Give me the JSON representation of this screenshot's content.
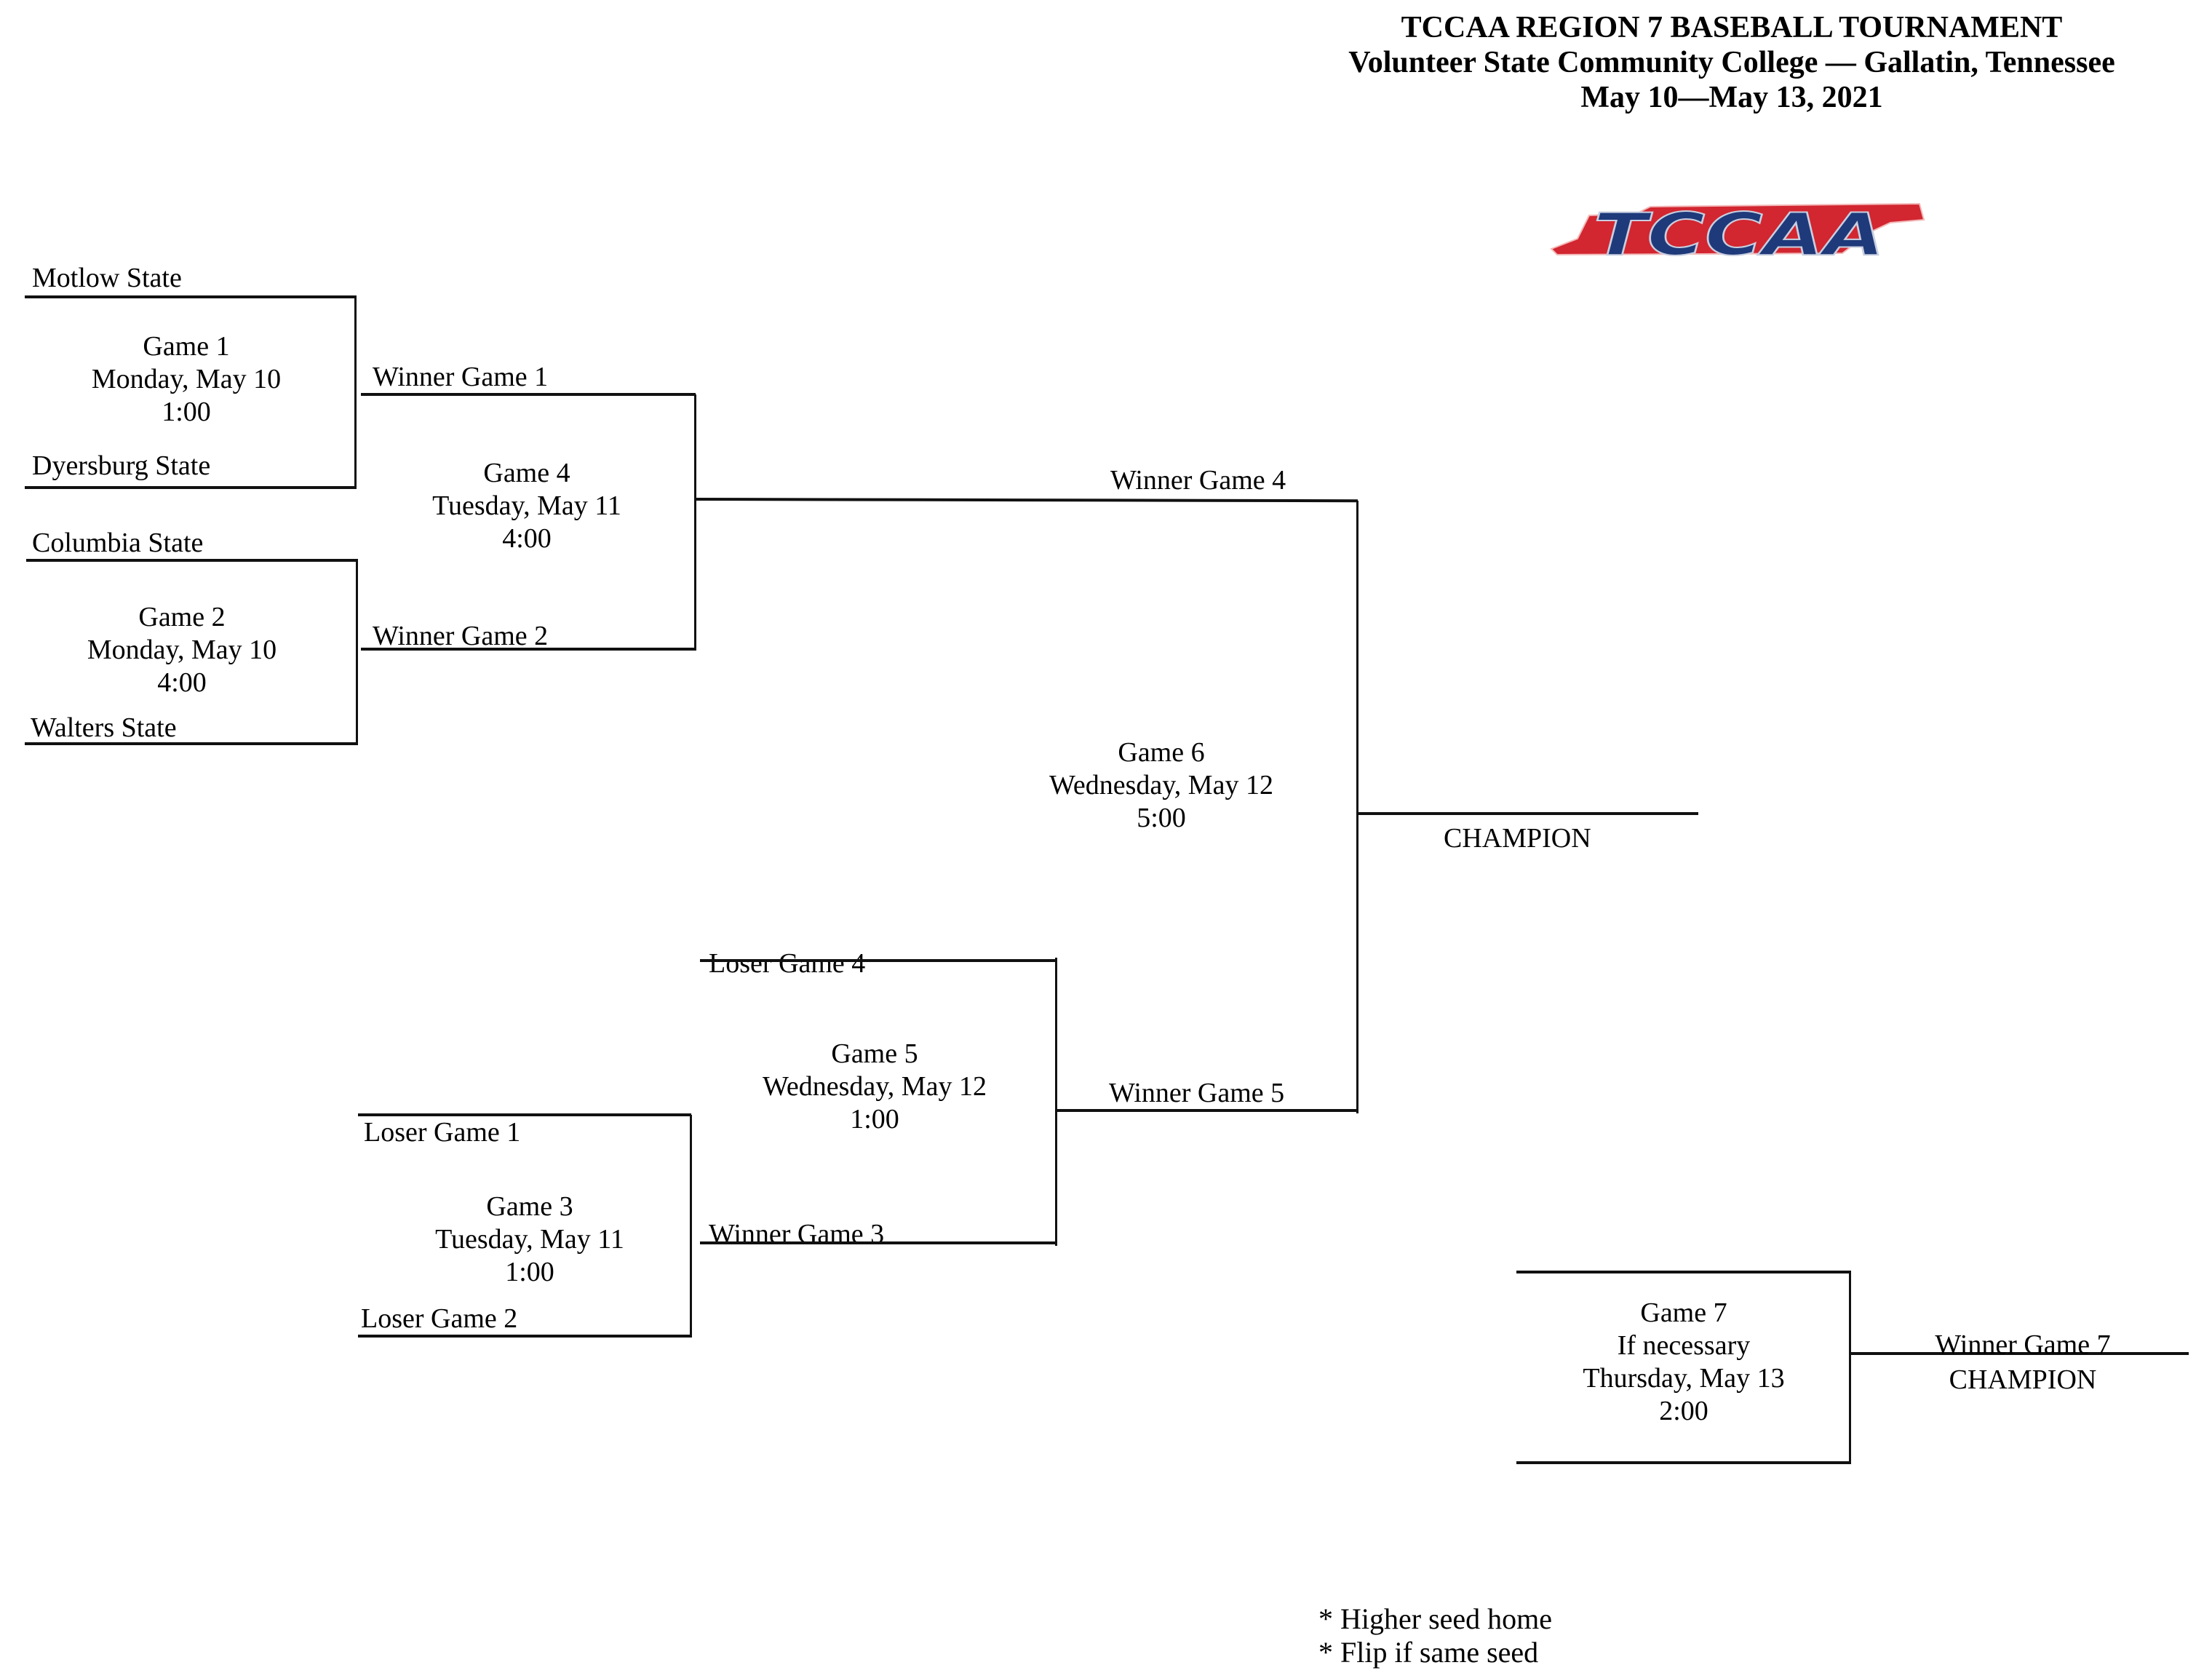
{
  "header": {
    "title": "TCCAA REGION 7 BASEBALL TOURNAMENT",
    "venue": "Volunteer State Community College — Gallatin, Tennessee",
    "dates": "May 10—May 13, 2021"
  },
  "logo": {
    "text": "TCCAA",
    "state_color": "#d22630",
    "letter_color": "#1f3a7a"
  },
  "teams": {
    "motlow": "Motlow State",
    "dyersburg": "Dyersburg State",
    "columbia": "Columbia State",
    "walters": "Walters State"
  },
  "games": {
    "g1": {
      "name": "Game 1",
      "day": "Monday, May 10",
      "time": "1:00"
    },
    "g2": {
      "name": "Game 2",
      "day": "Monday, May 10",
      "time": "4:00"
    },
    "g3": {
      "name": "Game 3",
      "day": "Tuesday, May 11",
      "time": "1:00"
    },
    "g4": {
      "name": "Game 4",
      "day": "Tuesday, May 11",
      "time": "4:00"
    },
    "g5": {
      "name": "Game 5",
      "day": "Wednesday, May 12",
      "time": "1:00"
    },
    "g6": {
      "name": "Game 6",
      "day": "Wednesday, May 12",
      "time": "5:00"
    },
    "g7": {
      "name": "Game 7",
      "note": "If necessary",
      "day": "Thursday, May 13",
      "time": "2:00"
    }
  },
  "slots": {
    "winner_g1": "Winner Game 1",
    "winner_g2": "Winner Game 2",
    "winner_g3": "Winner Game 3",
    "winner_g4": "Winner Game 4",
    "winner_g5": "Winner Game 5",
    "winner_g7": "Winner Game 7",
    "loser_g1": "Loser Game 1",
    "loser_g2": "Loser Game 2",
    "loser_g4": "Loser Game 4",
    "champion": "CHAMPION",
    "champion_g7": "CHAMPION"
  },
  "notes": [
    "* Higher seed home",
    "* Flip if same seed"
  ]
}
